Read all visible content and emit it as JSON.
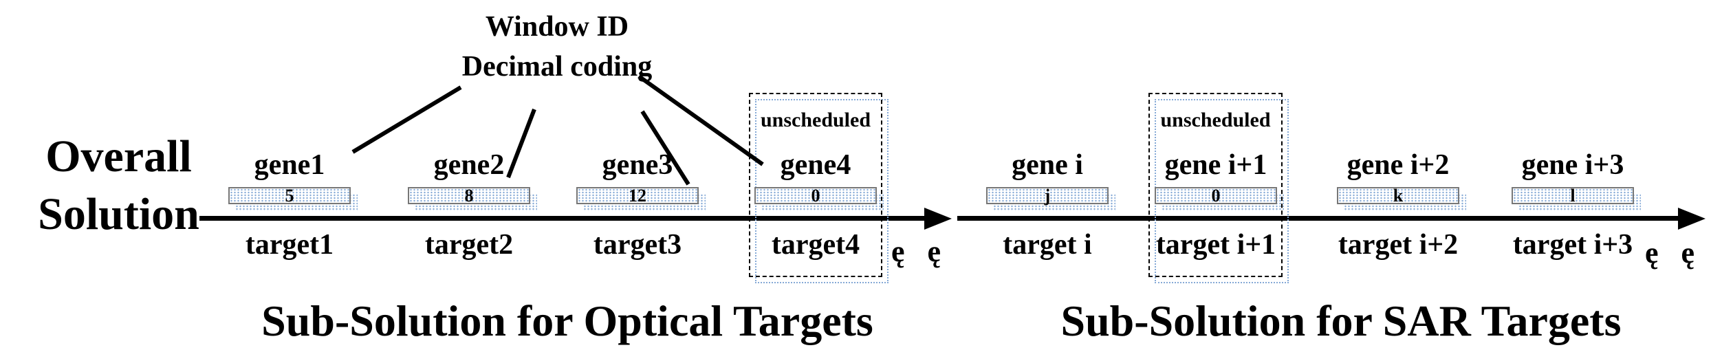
{
  "overall_label": {
    "line1": "Overall",
    "line2": "Solution"
  },
  "annotation": {
    "line1": "Window ID",
    "line2": "Decimal coding"
  },
  "sections": [
    {
      "caption": "Sub-Solution for Optical Targets",
      "ellipsis": "ę ę",
      "genes": [
        {
          "label": "gene1",
          "value": "5",
          "target": "target1"
        },
        {
          "label": "gene2",
          "value": "8",
          "target": "target2"
        },
        {
          "label": "gene3",
          "value": "12",
          "target": "target3"
        },
        {
          "label": "gene4",
          "value": "0",
          "target": "target4",
          "unscheduled_label": "unscheduled"
        }
      ]
    },
    {
      "caption": "Sub-Solution for SAR Targets",
      "ellipsis": "ę ę",
      "genes": [
        {
          "label": "gene i",
          "value": "j",
          "target": "target i"
        },
        {
          "label": "gene i+1",
          "value": "0",
          "target": "target i+1",
          "unscheduled_label": "unscheduled"
        },
        {
          "label": "gene i+2",
          "value": "k",
          "target": "target i+2"
        },
        {
          "label": "gene i+3",
          "value": "l",
          "target": "target i+3"
        }
      ]
    }
  ],
  "colors": {
    "dot_blue": "#85a9d6",
    "box_border": "#777777",
    "ink": "#000000"
  }
}
